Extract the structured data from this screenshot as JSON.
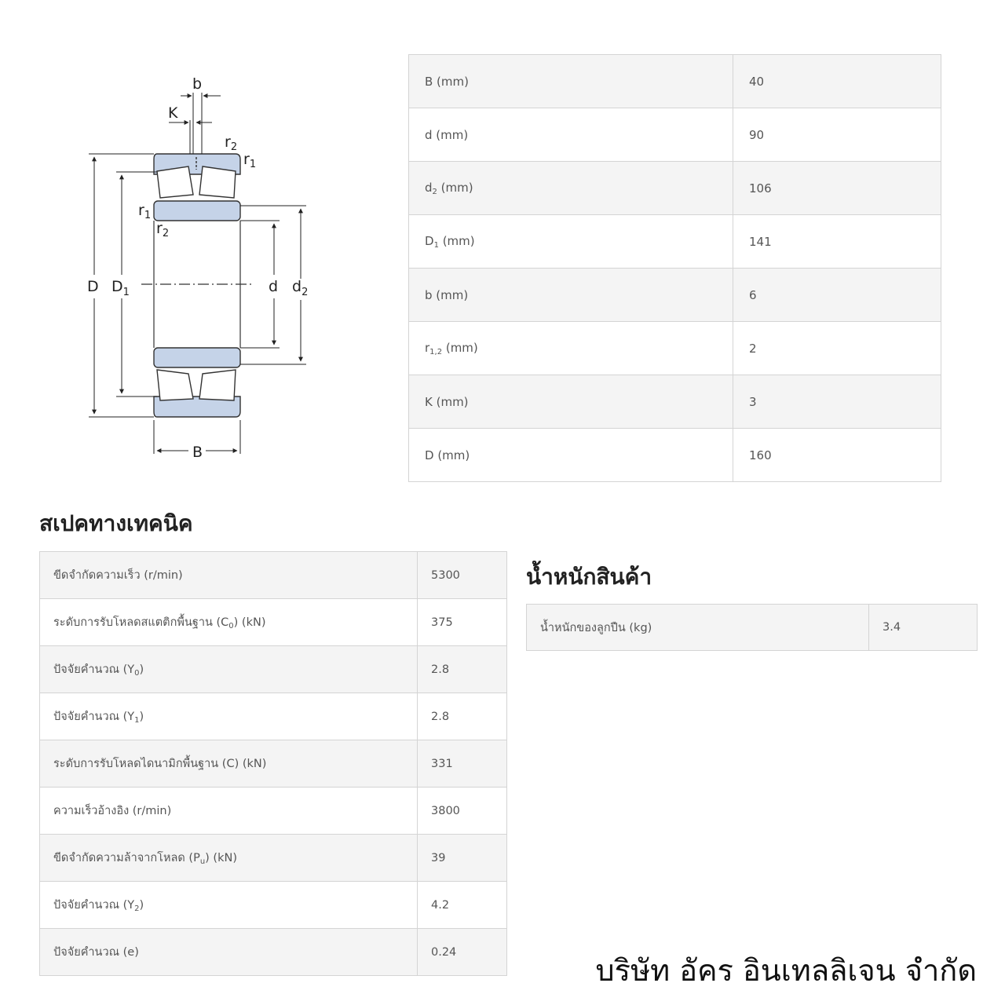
{
  "diagram": {
    "labels": {
      "b": "b",
      "K": "K",
      "r2_top": "r2",
      "r1_top": "r1",
      "r1_left": "r1",
      "r2_left": "r2",
      "D": "D",
      "D1": "D1",
      "d": "d",
      "d2": "d2",
      "B": "B"
    }
  },
  "dimensions": {
    "rows": [
      {
        "label": "B (mm)",
        "value": "40"
      },
      {
        "label": "d (mm)",
        "value": "90"
      },
      {
        "label_main": "d",
        "label_sub": "2",
        "label_unit": " (mm)",
        "value": "106"
      },
      {
        "label_main": "D",
        "label_sub": "1",
        "label_unit": " (mm)",
        "value": "141"
      },
      {
        "label": "b (mm)",
        "value": "6"
      },
      {
        "label_main": "r",
        "label_sub": "1,2",
        "label_unit": " (mm)",
        "value": "2"
      },
      {
        "label": "K (mm)",
        "value": "3"
      },
      {
        "label": "D (mm)",
        "value": "160"
      }
    ]
  },
  "spec": {
    "title": "สเปคทางเทคนิค",
    "rows": [
      {
        "label": "ขีดจำกัดความเร็ว (r/min)",
        "value": "5300"
      },
      {
        "label_main": "ระดับการรับโหลดสแตติกพื้นฐาน (C",
        "label_sub": "0",
        "label_unit": ") (kN)",
        "value": "375"
      },
      {
        "label_main": "ปัจจัยคำนวณ (Y",
        "label_sub": "0",
        "label_unit": ")",
        "value": "2.8"
      },
      {
        "label_main": "ปัจจัยคำนวณ (Y",
        "label_sub": "1",
        "label_unit": ")",
        "value": "2.8"
      },
      {
        "label": "ระดับการรับโหลดไดนามิกพื้นฐาน (C) (kN)",
        "value": "331"
      },
      {
        "label": "ความเร็วอ้างอิง (r/min)",
        "value": "3800"
      },
      {
        "label_main": "ขีดจำกัดความล้าจากโหลด (P",
        "label_sub": "u",
        "label_unit": ") (kN)",
        "value": "39"
      },
      {
        "label_main": "ปัจจัยคำนวณ (Y",
        "label_sub": "2",
        "label_unit": ")",
        "value": "4.2"
      },
      {
        "label": "ปัจจัยคำนวณ (e)",
        "value": "0.24"
      }
    ]
  },
  "weight": {
    "title": "น้ำหนักสินค้า",
    "rows": [
      {
        "label": "น้ำหนักของลูกปืน (kg)",
        "value": "3.4"
      }
    ]
  },
  "company": "บริษัท อัคร อินเทลลิเจน จำกัด",
  "colors": {
    "ring": "#c5d3e8",
    "outline": "#333333",
    "row_alt": "#f4f4f4",
    "border": "#d4d4d4"
  }
}
